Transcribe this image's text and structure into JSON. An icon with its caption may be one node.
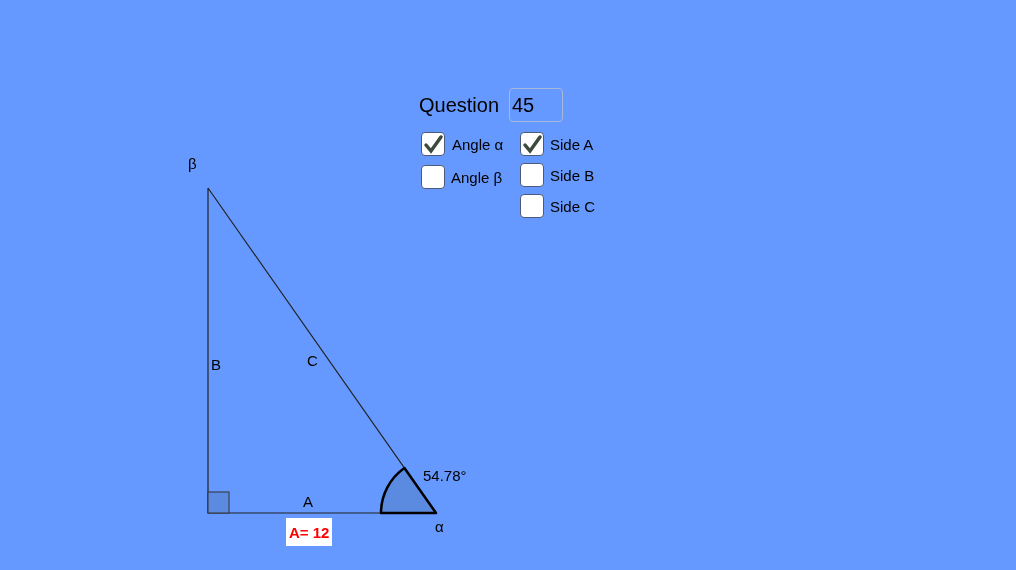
{
  "diagram": {
    "labels": [
      "Question",
      "45",
      "Angle α",
      "Side A",
      "Angle β",
      "Side B",
      "Side C",
      "β",
      "B",
      "C",
      "54.78°",
      "A",
      "α",
      "A= 12"
    ]
  }
}
